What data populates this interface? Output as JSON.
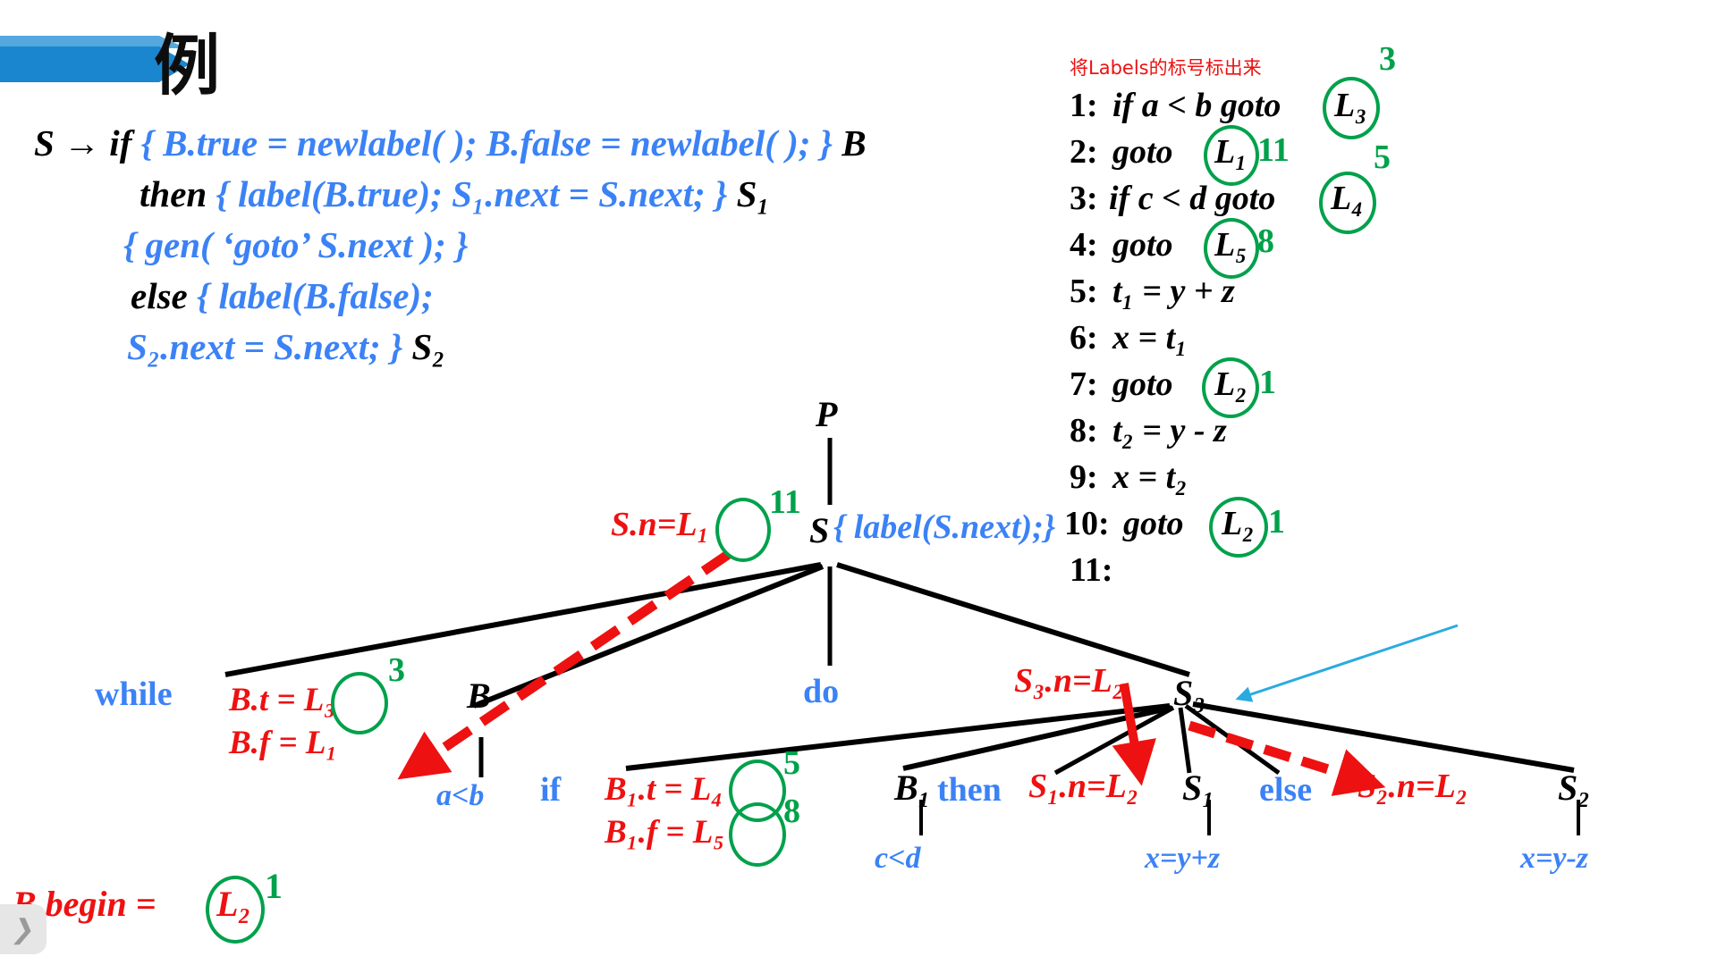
{
  "slide": {
    "title_char": "例",
    "banner_color": "#1b86d0",
    "banner_color_light": "#55a8de",
    "colors": {
      "blue_text": "#3b82f6",
      "red_text": "#ee1111",
      "green_mark": "#00a14b",
      "black_text": "#000000",
      "arrow_blue": "#29abe2"
    },
    "nav_chevron": "❯"
  },
  "grammar": {
    "lines": [
      [
        {
          "t": "S → if ",
          "c": "black"
        },
        {
          "t": "{ B.true = newlabel( ); B.false = newlabel( ); }",
          "c": "blue"
        },
        {
          "t": " B",
          "c": "black"
        }
      ],
      [
        {
          "t": "then ",
          "c": "black"
        },
        {
          "t": "{ label(B.true); S₁.next = S.next; }",
          "c": "blue"
        },
        {
          "t": " S₁",
          "c": "black"
        }
      ],
      [
        {
          "t": "{ gen( ‘goto’ S.next ); }",
          "c": "blue"
        }
      ],
      [
        {
          "t": "else ",
          "c": "black"
        },
        {
          "t": "{ label(B.false);",
          "c": "blue"
        }
      ],
      [
        {
          "t": "S₂.next = S.next; }",
          "c": "blue"
        },
        {
          "t": " S₂",
          "c": "black"
        }
      ]
    ]
  },
  "code_listing": {
    "note": "将Labels的标号标出来",
    "lines": [
      {
        "num": "1:",
        "body": "if a < b  goto",
        "label": "L₃",
        "circled": true,
        "annotation": "3",
        "annotation_pos": "above-right"
      },
      {
        "num": "2:",
        "body": "goto",
        "label": "L₁",
        "circled": true,
        "annotation": "11",
        "annotation_pos": "right"
      },
      {
        "num": "3:",
        "body": "if c < d  goto",
        "label": "L₄",
        "circled": true,
        "annotation": "5",
        "annotation_pos": "above-right"
      },
      {
        "num": "4:",
        "body": "goto",
        "label": "L₅",
        "circled": true,
        "annotation": "8",
        "annotation_pos": "right"
      },
      {
        "num": "5:",
        "body": "t₁ = y + z",
        "label": "",
        "circled": false,
        "annotation": "",
        "annotation_pos": ""
      },
      {
        "num": "6:",
        "body": "x = t₁",
        "label": "",
        "circled": false,
        "annotation": "",
        "annotation_pos": ""
      },
      {
        "num": "7:",
        "body": "goto",
        "label": "L₂",
        "circled": true,
        "annotation": "1",
        "annotation_pos": "right"
      },
      {
        "num": "8:",
        "body": "t₂ = y - z",
        "label": "",
        "circled": false,
        "annotation": "",
        "annotation_pos": ""
      },
      {
        "num": "9:",
        "body": "x = t₂",
        "label": "",
        "circled": false,
        "annotation": "",
        "annotation_pos": ""
      },
      {
        "num": "10:",
        "body": "goto",
        "label": "L₂",
        "circled": true,
        "annotation": "1",
        "annotation_pos": "right"
      },
      {
        "num": "11:",
        "body": "",
        "label": "",
        "circled": false,
        "annotation": "",
        "annotation_pos": ""
      }
    ]
  },
  "tree": {
    "nodes": {
      "root": "P",
      "s": "S",
      "s_action": "{ label(S.next);}",
      "while": "while",
      "b": "B",
      "do": "do",
      "s3": "S₃",
      "a_lt_b": "a<b",
      "if": "if",
      "b1": "B₁",
      "then": "then",
      "s1": "S₁",
      "else": "else",
      "s2": "S₂",
      "c_lt_d": "c<d",
      "x_eq_y_plus_z": "x=y+z",
      "x_eq_y_minus_z": "x=y-z"
    },
    "annotations": {
      "s_next": "S.n=",
      "s_next_label": "L₁",
      "s_next_num": "11",
      "b_true": "B.t = ",
      "b_true_label": "L₃",
      "b_true_num": "3",
      "b_false": "B.f = L₁",
      "b1_true": "B₁.t = ",
      "b1_true_label": "L₄",
      "b1_true_num": "5",
      "b1_false": "B₁.f = ",
      "b1_false_label": "L₅",
      "b1_false_num": "8",
      "s3_next": "S₃.n=L₂",
      "s1_next": "S₁.n=L₂",
      "s2_next": "S₂.n=L₂",
      "b_begin": "B.begin =",
      "b_begin_label": "L₂",
      "b_begin_num": "1"
    }
  }
}
